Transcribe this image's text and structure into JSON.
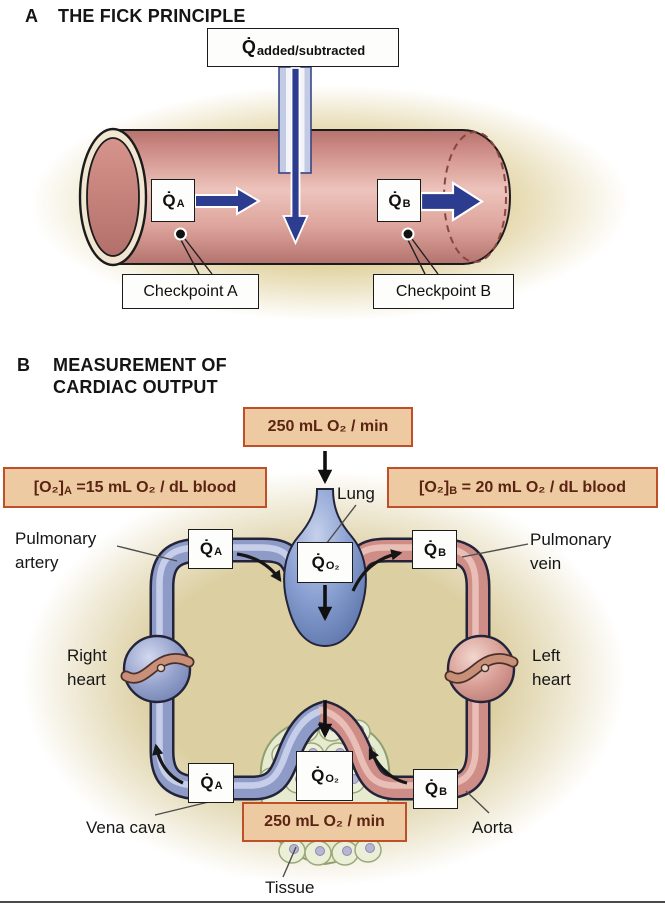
{
  "figure": {
    "panel_a_letter": "A",
    "panel_a_title": "THE FICK PRINCIPLE",
    "panel_b_letter": "B",
    "panel_b_title_line1": "MEASUREMENT OF",
    "panel_b_title_line2": "CARDIAC OUTPUT"
  },
  "symbols": {
    "q_added": {
      "base": "Q̇",
      "sub": "added/subtracted"
    },
    "qa": {
      "base": "Q̇",
      "sub": "A"
    },
    "qb": {
      "base": "Q̇",
      "sub": "B"
    },
    "qo2": {
      "base": "Q̇",
      "sub": "O₂"
    }
  },
  "panel_a": {
    "checkpoint_a": "Checkpoint A",
    "checkpoint_b": "Checkpoint B"
  },
  "panel_b": {
    "o2_added_per_min": "250 mL O₂ / min",
    "o2_consumed_per_min": "250 mL O₂ / min",
    "o2_conc_a": {
      "pre": "[O₂]",
      "sub": "A",
      "post": " =15 mL O₂ / dL blood"
    },
    "o2_conc_b": {
      "pre": "[O₂]",
      "sub": "B",
      "post": " = 20 mL O₂ / dL blood"
    },
    "labels": {
      "lung": "Lung",
      "pulmonary_artery_line1": "Pulmonary",
      "pulmonary_artery_line2": "artery",
      "pulmonary_vein_line1": "Pulmonary",
      "pulmonary_vein_line2": "vein",
      "right_heart_line1": "Right",
      "right_heart_line2": "heart",
      "left_heart_line1": "Left",
      "left_heart_line2": "heart",
      "vena_cava": "Vena cava",
      "aorta": "Aorta",
      "tissue": "Tissue"
    }
  },
  "colors": {
    "venous_blue": "#8e9bc7",
    "arterial_pink": "#cf8d88",
    "flow_arrow_blue": "#2c3c8e",
    "vessel_pink": "#e2aca4",
    "highlight_box_fill": "#eecaa2",
    "highlight_box_border": "#bf4f28",
    "highlight_box_text": "#5a2412",
    "background_glow": "#ddcfa0"
  }
}
